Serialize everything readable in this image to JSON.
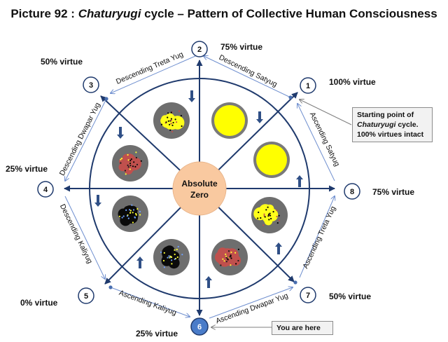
{
  "title": {
    "prefix": "Picture 92 : ",
    "italic": "Chaturyugi",
    "suffix": " cycle – Pattern of Collective Human Consciousness"
  },
  "nodes": [
    {
      "id": "1",
      "virtue": "100% virtue"
    },
    {
      "id": "2",
      "virtue": "75% virtue"
    },
    {
      "id": "3",
      "virtue": "50% virtue"
    },
    {
      "id": "4",
      "virtue": "25% virtue"
    },
    {
      "id": "5",
      "virtue": "0% virtue"
    },
    {
      "id": "6",
      "virtue": "25% virtue",
      "highlight_color": "#4a7cc9"
    },
    {
      "id": "7",
      "virtue": "50% virtue"
    },
    {
      "id": "8",
      "virtue": "75% virtue"
    }
  ],
  "edge_labels": {
    "descending_satyug": "Descending  Satyug",
    "descending_treta": "Descending  Treta Yug",
    "descending_dwapar": "Descending  Dwapar  Yug",
    "descending_kaliyug": "Descending  Kaliyug",
    "ascending_kaliyug": "Ascending  Kaliyug",
    "ascending_dwapar": "Ascending  Dwapar Yug",
    "ascending_treta": "Ascending  Treta Yug",
    "ascending_satyug": "Ascending  Satyug"
  },
  "center": {
    "line1": "Absolute",
    "line2": "Zero",
    "fill": "#f9c9a0"
  },
  "callout_start": {
    "line1": "Starting point of",
    "line2_italic": "Chaturyugi",
    "line2_rest": "  cycle.",
    "line3": "100% virtues intact"
  },
  "callout_here": {
    "text": "You  are here"
  },
  "colors": {
    "navy": "#1f3a6d",
    "line_blue": "#6f8fcf",
    "node_dot": "#4a6fb0",
    "yellow": "#ffff00",
    "red": "#c0504d",
    "gray": "#6e6e6e"
  }
}
